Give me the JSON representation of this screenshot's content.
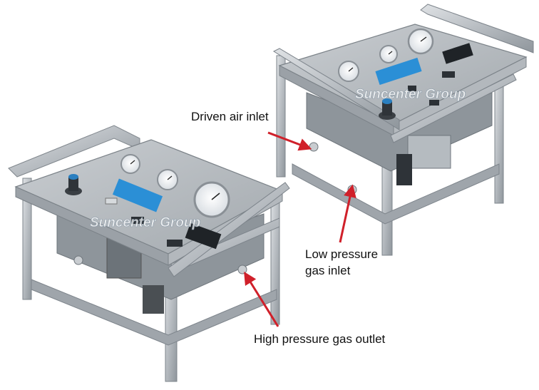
{
  "callouts": {
    "driven_air_inlet": "Driven air inlet",
    "low_pressure_line1": "Low pressure",
    "low_pressure_line2": "gas inlet",
    "high_pressure_gas_outlet": "High pressure gas outlet"
  },
  "watermark": {
    "left_unit": "Suncenter Group",
    "right_unit": "Suncenter Group"
  },
  "colors": {
    "arrow": "#d0202a",
    "steel": "#b9bec3",
    "steel_dark": "#7d848b",
    "label_blue": "#2b8fd6"
  }
}
